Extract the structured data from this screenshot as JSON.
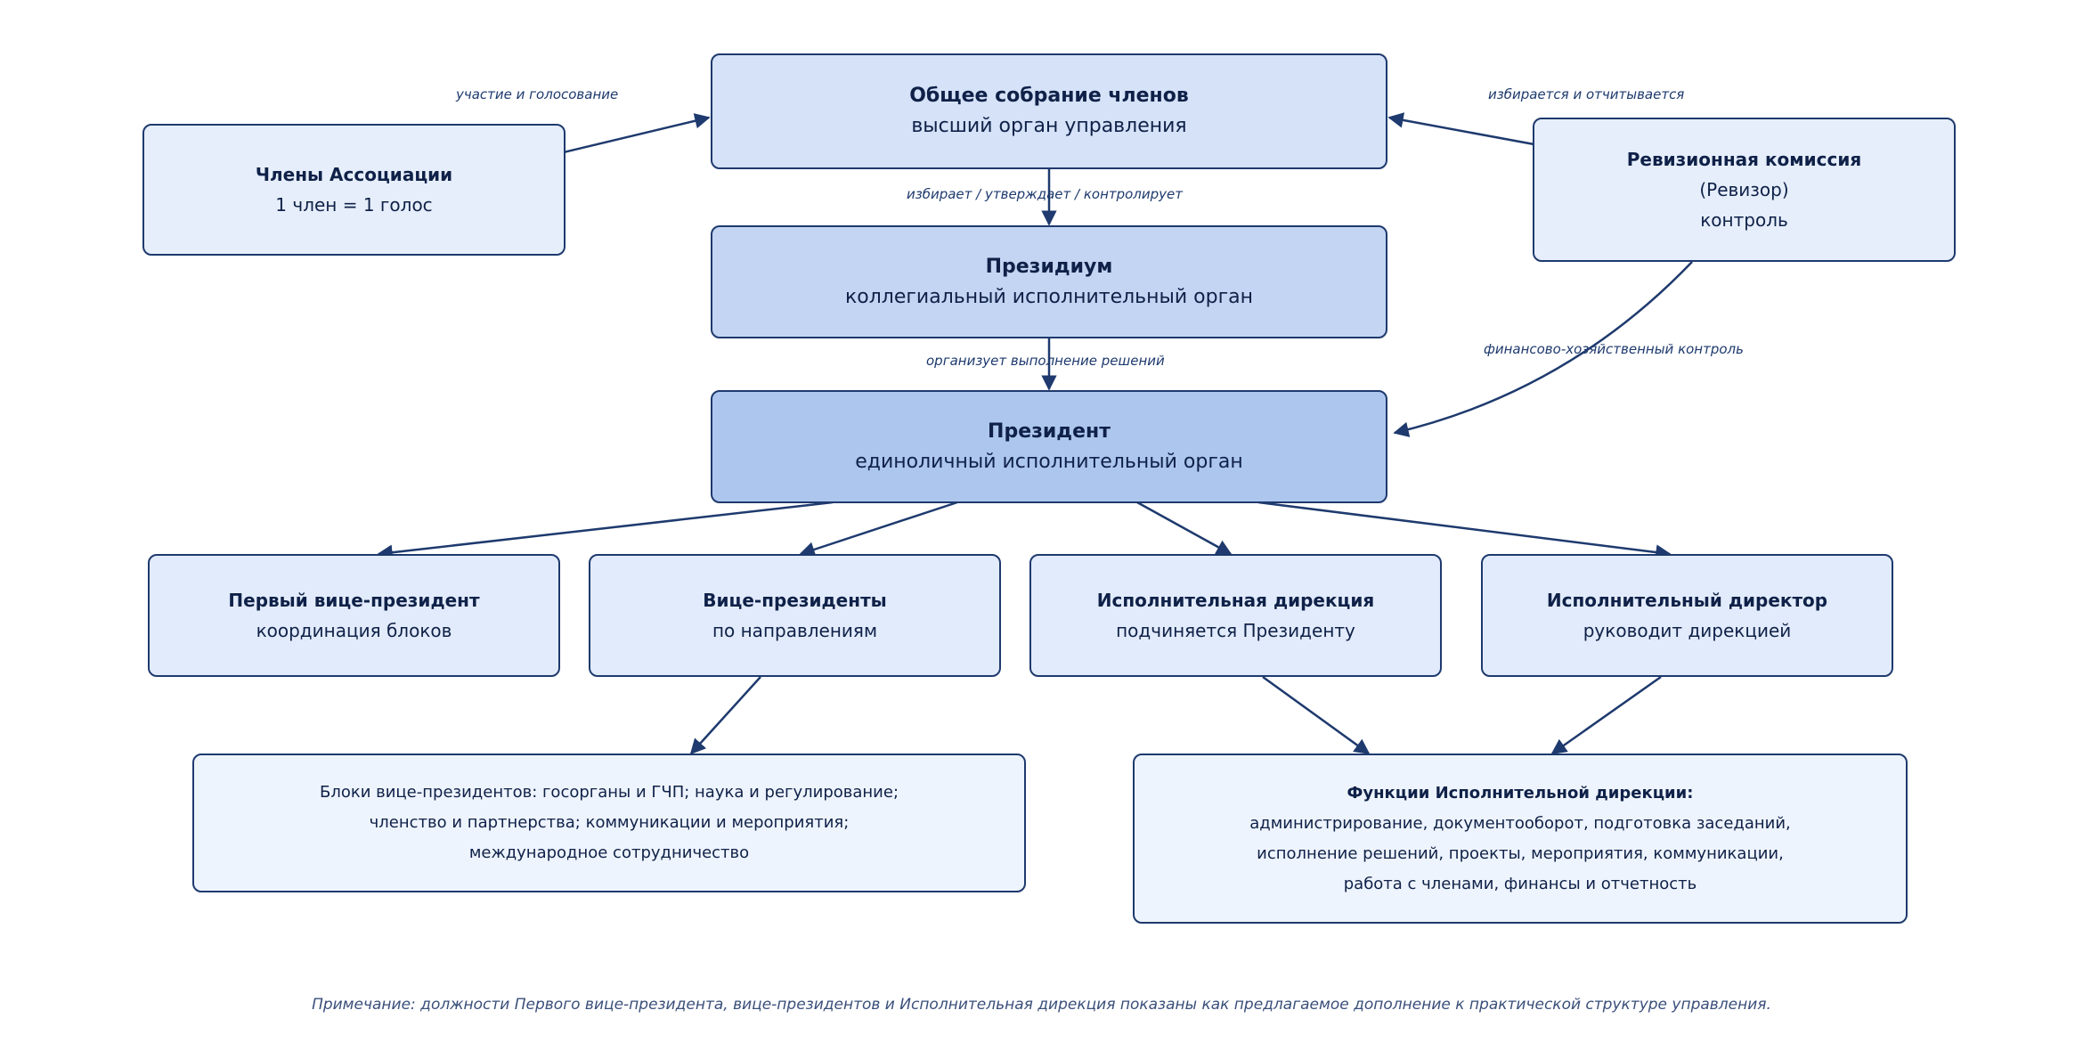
{
  "nodes": {
    "general_assembly": {
      "title": "Общее собрание членов",
      "subtitle": "высший орган управления"
    },
    "presidium": {
      "title": "Президиум",
      "subtitle": "коллегиальный исполнительный орган"
    },
    "president": {
      "title": "Президент",
      "subtitle": "единоличный исполнительный орган"
    },
    "members": {
      "title": "Члены Ассоциации",
      "subtitle": "1 член = 1 голос"
    },
    "audit": {
      "title": "Ревизионная комиссия",
      "line2": "(Ревизор)",
      "line3": "контроль"
    },
    "first_vp": {
      "title": "Первый вице-президент",
      "subtitle": "координация блоков"
    },
    "vps": {
      "title": "Вице-президенты",
      "subtitle": "по направлениям"
    },
    "exec_directorate": {
      "title": "Исполнительная дирекция",
      "subtitle": "подчиняется Президенту"
    },
    "exec_director": {
      "title": "Исполнительный директор",
      "subtitle": "руководит дирекцией"
    },
    "vp_blocks": {
      "lines": [
        "Блоки вице-президентов: госорганы и ГЧП; наука и регулирование;",
        "членство и партнерства; коммуникации и мероприятия;",
        "международное сотрудничество"
      ]
    },
    "directorate_functions": {
      "title": "Функции Исполнительной дирекции:",
      "lines": [
        "администрирование, документооборот, подготовка заседаний,",
        "исполнение решений, проекты, мероприятия, коммуникации,",
        "работа с членами, финансы и отчетность"
      ]
    }
  },
  "edge_labels": {
    "members_to_assembly": "участие и голосование",
    "audit_to_assembly": "избирается и отчитывается",
    "assembly_to_presidium": "избирает / утверждает / контролирует",
    "presidium_to_president": "организует выполнение решений",
    "audit_to_president": "финансово-хозяйственный контроль"
  },
  "note": "Примечание: должности Первого вице-президента, вице-президентов и Исполнительная дирекция показаны как предлагаемое дополнение к практической структуре управления.",
  "colors": {
    "line": "#1e3a6e",
    "top": "#d5e2f8",
    "middle": "#c4d5f3",
    "president": "#adc6ee",
    "side": "#e6eefb",
    "info": "#eef4fd"
  }
}
